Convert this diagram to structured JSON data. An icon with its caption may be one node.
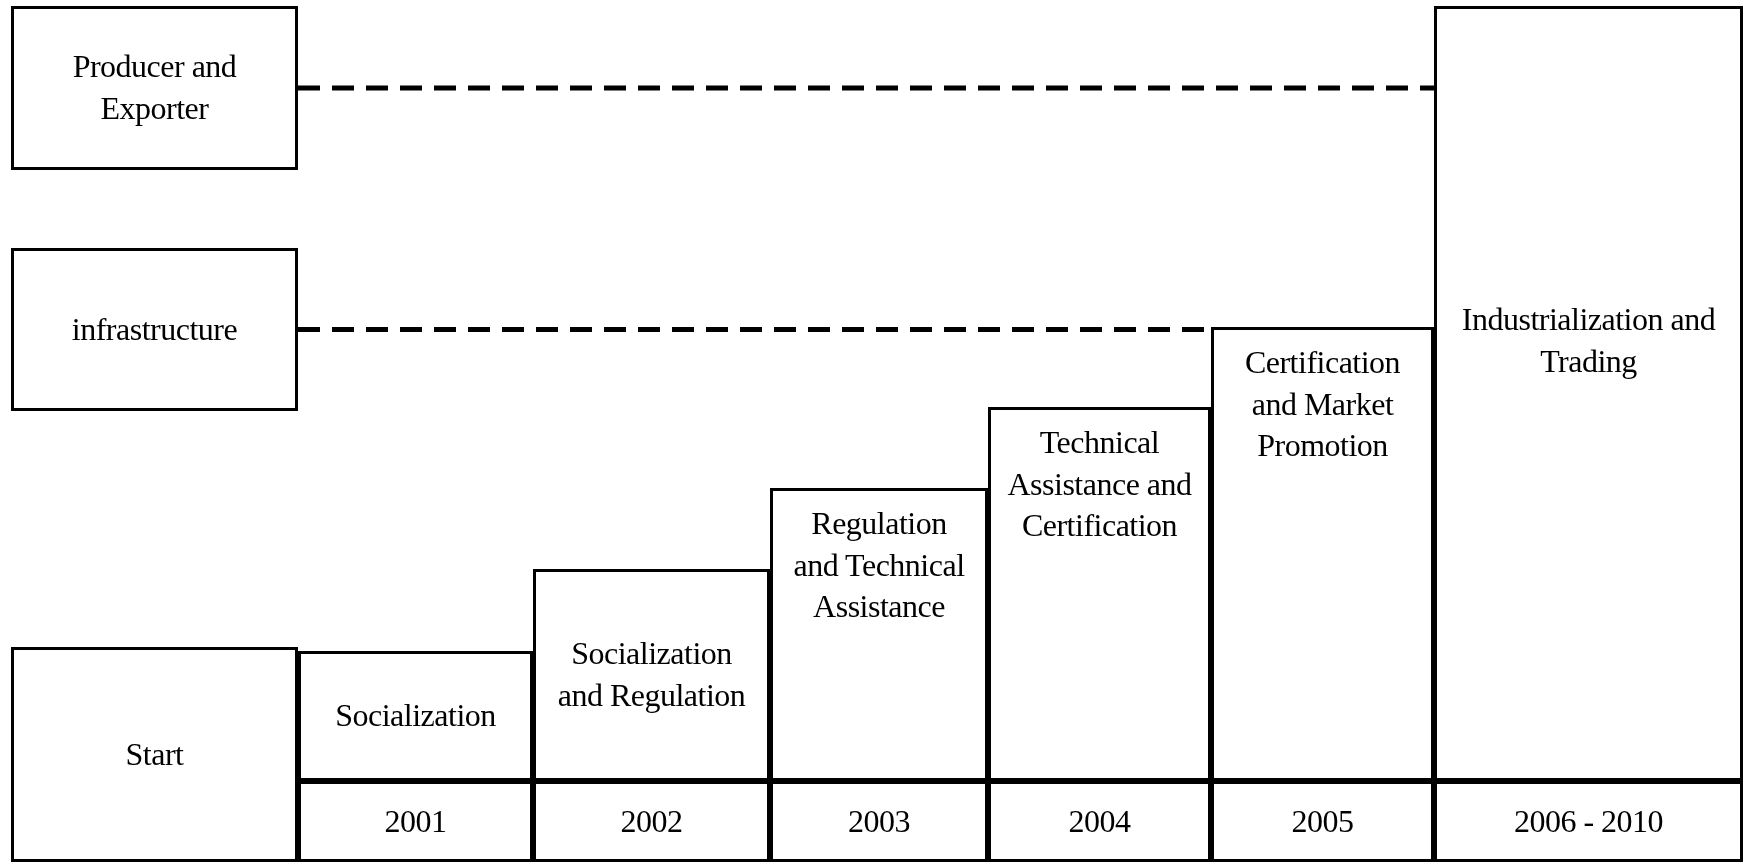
{
  "diagram": {
    "nodes": [
      {
        "text": [
          "Producer and Exporter"
        ]
      },
      {
        "text": [
          "infrastructure"
        ]
      },
      {
        "text": [
          "Start"
        ]
      },
      {
        "text": [
          "Socialization"
        ]
      },
      {
        "text": [
          "Socialization and Regulation"
        ]
      },
      {
        "text": [
          "Regulation and Technical Assistance"
        ]
      },
      {
        "text": [
          "Technical Assistance and Certification"
        ]
      },
      {
        "text": [
          "Certification and Market Promotion"
        ]
      },
      {
        "text": [
          "Industrialization and Trading"
        ]
      },
      {
        "text": [
          "2001"
        ]
      },
      {
        "text": [
          "2002"
        ]
      },
      {
        "text": [
          "2003"
        ]
      },
      {
        "text": [
          "2004"
        ]
      },
      {
        "text": [
          "2005"
        ]
      },
      {
        "text": [
          "2006 - 2010"
        ]
      }
    ],
    "edges": [
      {
        "from": 0,
        "to": 8,
        "arrow": "none",
        "style": "dashed"
      },
      {
        "from": 1,
        "to": 7,
        "arrow": "none",
        "style": "dashed"
      }
    ]
  }
}
